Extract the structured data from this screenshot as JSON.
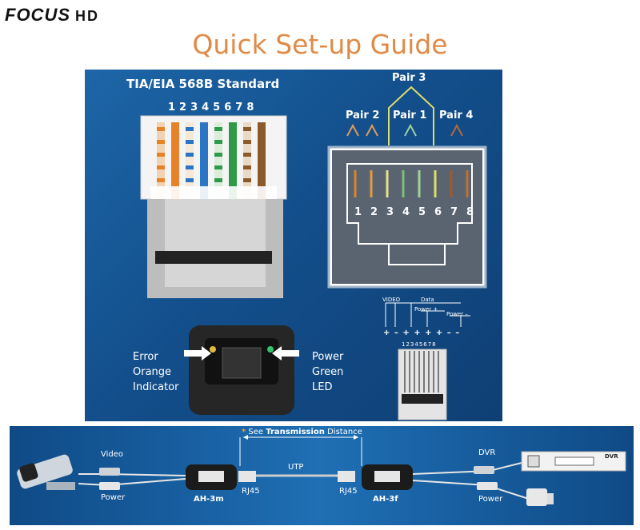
{
  "logo": {
    "brand": "FOCUS",
    "suffix": "HD"
  },
  "title": "Quick Set-up Guide",
  "panel": {
    "standard_label": "TIA/EIA 568B Standard",
    "pin_numbers": "12345678",
    "jack_pins": [
      "1",
      "2",
      "3",
      "4",
      "5",
      "6",
      "7",
      "8"
    ],
    "pairs": {
      "pair3": "Pair 3",
      "pair2": "Pair 2",
      "pair1": "Pair 1",
      "pair4": "Pair 4"
    },
    "led_left": [
      "Error",
      "Orange",
      "Indicator"
    ],
    "led_right": [
      "Power",
      "Green",
      "LED"
    ],
    "pinout": {
      "video": "VIDEO",
      "data": "Data",
      "power_plus": "Power +",
      "power_minus": "Power –",
      "signs": "+ – + + + + – –",
      "small_pins": "12345678"
    },
    "wire_colors": [
      "#f1d2b4",
      "#e8822a",
      "#f3e9d6",
      "#2a76c4",
      "#d8eed9",
      "#2e9a48",
      "#ead9c5",
      "#8b5a2b"
    ],
    "jack_wire_colors": [
      "#d7852f",
      "#e39a44",
      "#e6e08a",
      "#7cbf7a",
      "#9dd29b",
      "#dcdc6a",
      "#a05a2c",
      "#c07034"
    ]
  },
  "bottom": {
    "distance_asterisk": "*",
    "distance_prefix": "See",
    "distance_bold": "Transmission",
    "distance_suffix": "Distance",
    "video": "Video",
    "power_left": "Power",
    "device_left": "AH-3m",
    "rj45_left": "RJ45",
    "utp": "UTP",
    "rj45_right": "RJ45",
    "device_right": "AH-3f",
    "dvr_label": "DVR",
    "power_right": "Power",
    "dvr_box": "DVR"
  }
}
